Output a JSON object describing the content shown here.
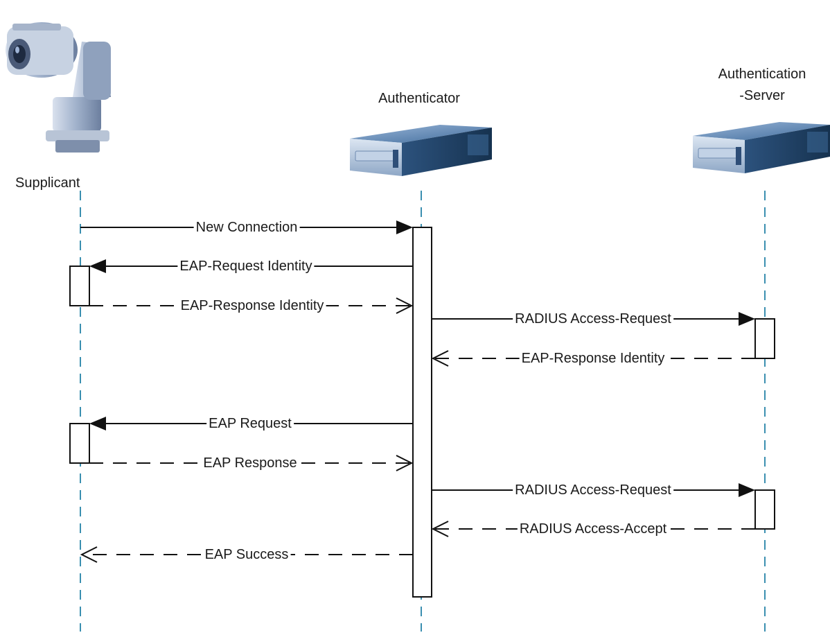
{
  "participants": {
    "supplicant": {
      "label": "Supplicant",
      "icon": "ptz-camera-icon"
    },
    "authenticator": {
      "label": "Authenticator",
      "icon": "server-icon"
    },
    "auth_server": {
      "label_line1": "Authentication",
      "label_line2": "-Server",
      "icon": "server-icon"
    }
  },
  "messages": [
    {
      "text": "New Connection",
      "from": "supplicant",
      "to": "authenticator",
      "style": "solid"
    },
    {
      "text": "EAP-Request Identity",
      "from": "authenticator",
      "to": "supplicant",
      "style": "solid"
    },
    {
      "text": "EAP-Response Identity",
      "from": "supplicant",
      "to": "authenticator",
      "style": "dashed"
    },
    {
      "text": "RADIUS Access-Request",
      "from": "authenticator",
      "to": "auth_server",
      "style": "solid"
    },
    {
      "text": "EAP-Response Identity",
      "from": "auth_server",
      "to": "authenticator",
      "style": "dashed"
    },
    {
      "text": "EAP Request",
      "from": "authenticator",
      "to": "supplicant",
      "style": "solid"
    },
    {
      "text": "EAP Response",
      "from": "supplicant",
      "to": "authenticator",
      "style": "dashed"
    },
    {
      "text": "RADIUS Access-Request",
      "from": "authenticator",
      "to": "auth_server",
      "style": "solid"
    },
    {
      "text": "RADIUS Access-Accept",
      "from": "auth_server",
      "to": "authenticator",
      "style": "dashed"
    },
    {
      "text": "EAP Success",
      "from": "authenticator",
      "to": "supplicant",
      "style": "dashed"
    }
  ],
  "colors": {
    "lifeline": "#3a8fb0",
    "arrow": "#111111",
    "device_body": "#8f9fb8",
    "server_body": "#2f5a8a"
  }
}
